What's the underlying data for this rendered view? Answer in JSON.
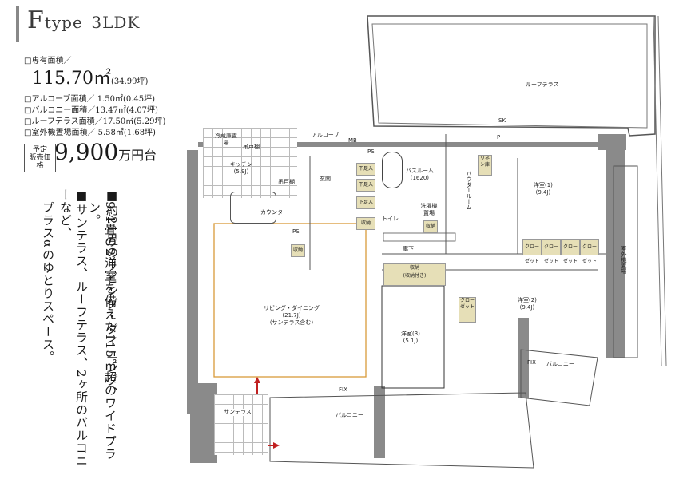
{
  "header": {
    "title_main": "F",
    "title_type": "type",
    "title_layout": "3LDK"
  },
  "specs": {
    "exclusive_label": "□専有面積／",
    "exclusive_area": "115.70㎡",
    "exclusive_tsubo": "(34.99坪)",
    "alcove": "□アルコーブ面積／ 1.50㎡(0.45坪)",
    "balcony": "□バルコニー面積／13.47㎡(4.07坪)",
    "roof_terrace": "□ルーフテラス面積／17.50㎡(5.29坪)",
    "outdoor_unit": "□室外機置場面積／ 5.58㎡(1.68坪)"
  },
  "price": {
    "label_line1": "予定",
    "label_line2": "販売価格",
    "value": "9,900",
    "unit": "万円台"
  },
  "features": [
    "■約21畳のリビング・ダイニング、",
    "9.4畳の2洋室を備えた115㎡超のワイドプラン。",
    "■サンテラス、ルーフテラス、2ヶ所のバルコニーなど、",
    "プラスαのゆとりスペース。"
  ],
  "rooms": {
    "roof_terrace": "ルーフテラス",
    "kitchen": "キッチン",
    "kitchen_size": "(5.9J)",
    "counter": "カウンター",
    "entrance": "玄関",
    "bathroom": "バスルーム",
    "bathroom_size": "(1620)",
    "powder_room": "パウダールーム",
    "toilet": "トイレ",
    "corridor": "廊下",
    "living": "リビング・ダイニング",
    "living_size": "(21.7J)",
    "living_note": "(サンテラス含む)",
    "west1": "洋室(1)",
    "west1_size": "(9.4J)",
    "west2": "洋室(2)",
    "west2_size": "(9.4J)",
    "west3": "洋室(3)",
    "west3_size": "(5.1J)",
    "sun_terrace": "サンテラス",
    "balcony_bottom": "バルコニー",
    "balcony_right": "バルコニー",
    "alcove": "アルコーブ",
    "outdoor_unit": "室外機置場",
    "storage": "収納",
    "storage_note": "(収納付き)",
    "mb": "MB",
    "ps": "PS",
    "sk": "SK",
    "fix": "FIX",
    "shoe": "下足入",
    "shelf": "吊戸棚",
    "fridge": "冷蔵庫置場",
    "washer": "洗濯機置場",
    "closet": "クローゼット",
    "linen": "リネン庫",
    "p": "P"
  }
}
